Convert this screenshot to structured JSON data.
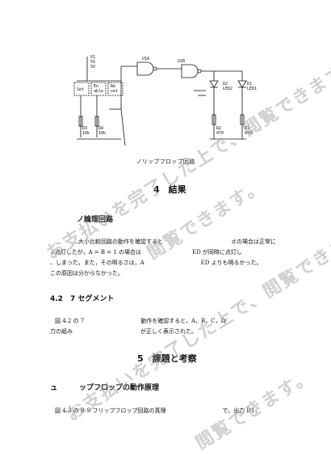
{
  "circuit": {
    "labels": {
      "v1": "V1",
      "v1_val": "5V",
      "v1_name": "5V",
      "set_sw": "Set",
      "enable_sw": "En",
      "enable_sw2": "able",
      "reset_sw": "Re",
      "reset_sw2": "set",
      "u1a": "U1A",
      "u1b": "U1B",
      "d2": "D2",
      "d2_name": "LED2",
      "d1": "D1",
      "d1_name": "LED1",
      "r3": "R3",
      "r3_val": "10k",
      "r4": "R4",
      "r4_val": "10k",
      "r2": "R2",
      "r2_val": "470",
      "r1": "R1",
      "r1_val": "470"
    }
  },
  "caption": "ノリップフロップ回路",
  "section4": {
    "heading": "4　結果",
    "sub1": "ノ論理回路",
    "para1_line1": "　大小比較回路の動作を確認すると　　　　　　　　　　　　ｄの場合は正常に",
    "para1_line2": "∠点灯したが，A = B = 1 の場合は　　　　　　　　　ED が同時に点灯し",
    "para1_line3": "、しまった。また，その明るさは，A　　　　　　　　　　ED よりも明るかった。",
    "para1_line4": "この原因は分からなかった。",
    "sub2": "4.2　7 セグメント",
    "para2_line1": "図 4.2 の 7　　　　　　　　　　動作を確認すると，A，B，C，D⁄",
    "para2_line2": "力の組み　　　　　　　　　　　　が正しく表示された。"
  },
  "section5": {
    "heading": "5　課題と考察",
    "sub1": "ュ　　　ップフロップの動作原理",
    "para1_line1": "図 4.3 の R-S フリップフロップ回路の真理　　　　　　　　　　で，出力 D1，"
  },
  "watermarks": [
    "お支払いを完了した上で、閲覧できます。",
    "閲覧できます。",
    "お支払いを完了した上で、閲覧できます。",
    "閲覧できます。"
  ]
}
